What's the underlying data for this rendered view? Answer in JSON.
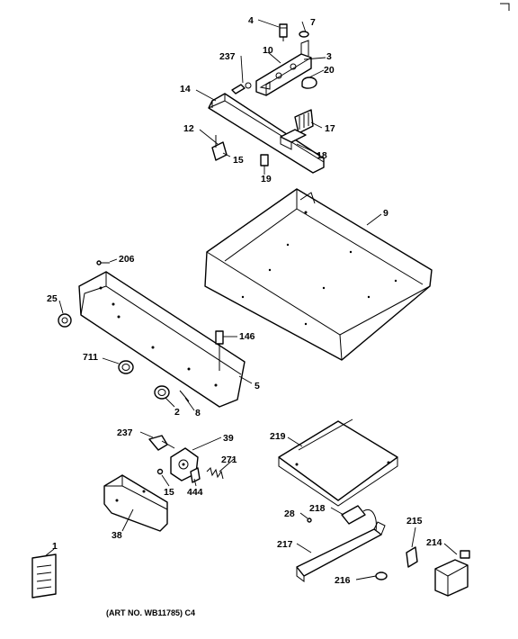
{
  "callouts": {
    "c4": "4",
    "c7": "7",
    "c237a": "237",
    "c10": "10",
    "c3": "3",
    "c20": "20",
    "c14": "14",
    "c17": "17",
    "c12": "12",
    "c15a": "15",
    "c18": "18",
    "c19": "19",
    "c9": "9",
    "c206": "206",
    "c25": "25",
    "c146": "146",
    "c711": "711",
    "c5": "5",
    "c2": "2",
    "c8": "8",
    "c237b": "237",
    "c39": "39",
    "c271": "271",
    "c15b": "15",
    "c444": "444",
    "c38": "38",
    "c219": "219",
    "c28": "28",
    "c218": "218",
    "c215": "215",
    "c217": "217",
    "c214": "214",
    "c216": "216",
    "c1": "1"
  },
  "caption": "(ART NO. WB11785) C4"
}
